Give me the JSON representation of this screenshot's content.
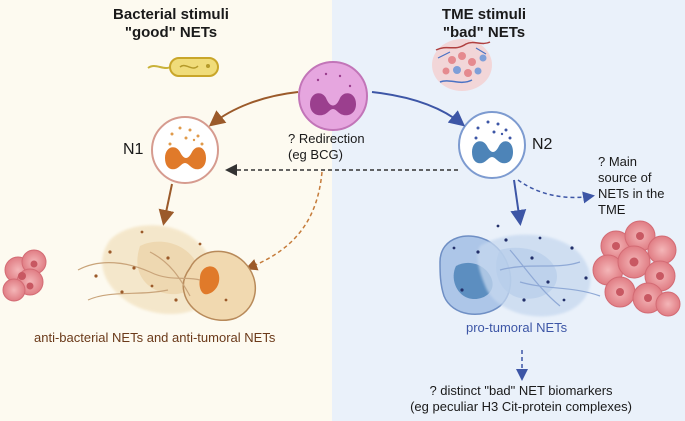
{
  "panels": {
    "left": {
      "title_line1": "Bacterial stimuli",
      "title_line2": "\"good\" NETs",
      "bg_color": "#fdfaf0"
    },
    "right": {
      "title_line1": "TME stimuli",
      "title_line2": "\"bad\" NETs",
      "bg_color": "#eaf1fa"
    }
  },
  "labels": {
    "n1": "N1",
    "n2": "N2",
    "redirection_line1": "? Redirection",
    "redirection_line2": "(eg BCG)",
    "main_source_line1": "? Main",
    "main_source_line2": "source of",
    "main_source_line3": "NETs in the",
    "main_source_line4": "TME",
    "anti_nets": "anti-bacterial NETs and anti-tumoral NETs",
    "pro_nets": "pro-tumoral NETs",
    "biomarkers_line1": "? distinct \"bad\" NET biomarkers",
    "biomarkers_line2": "(eg peculiar H3 Cit-protein complexes)"
  },
  "colors": {
    "good": "#9b5a2a",
    "bad": "#3d56a6",
    "neutrophil": "#d98fd0",
    "n1_nucleus": "#e07a2a",
    "n2_nucleus": "#4d84b8",
    "tumor": "#e58a8f"
  },
  "icons": {
    "bacterium": "bacterium-icon",
    "tumor_microenvironment": "tumor-microenvironment-icon",
    "tumor_cluster": "tumor-cluster-icon"
  }
}
